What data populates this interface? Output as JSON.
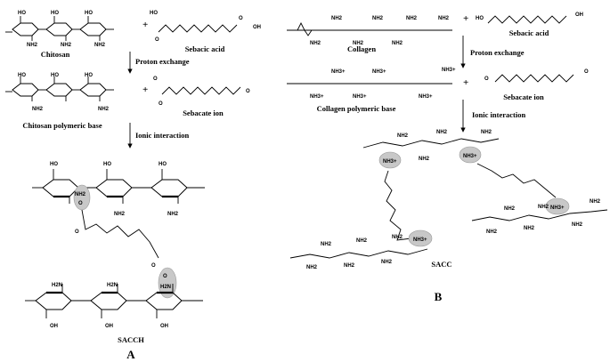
{
  "panel_a": {
    "label": "A",
    "chitosan": "Chitosan",
    "sebacic_acid": "Sebacic acid",
    "proton_exchange": "Proton exchange",
    "chitosan_base": "Chitosan polymeric base",
    "sebacate_ion": "Sebacate ion",
    "ionic_interaction": "Ionic interaction",
    "product": "SACCH",
    "plus": "+",
    "groups": {
      "nh2": "NH2",
      "oh": "OH",
      "ho": "HO",
      "h2n": "H2N",
      "o": "O"
    }
  },
  "panel_b": {
    "label": "B",
    "collagen": "Collagen",
    "sebacic_acid": "Sebacic acid",
    "proton_exchange": "Proton exchange",
    "collagen_base": "Collagen polymeric base",
    "sebacate_ion": "Sebacate ion",
    "ionic_interaction": "Ionic interaction",
    "product": "SACC",
    "plus": "+",
    "groups": {
      "nh2": "NH2",
      "nh3": "NH3+"
    }
  }
}
